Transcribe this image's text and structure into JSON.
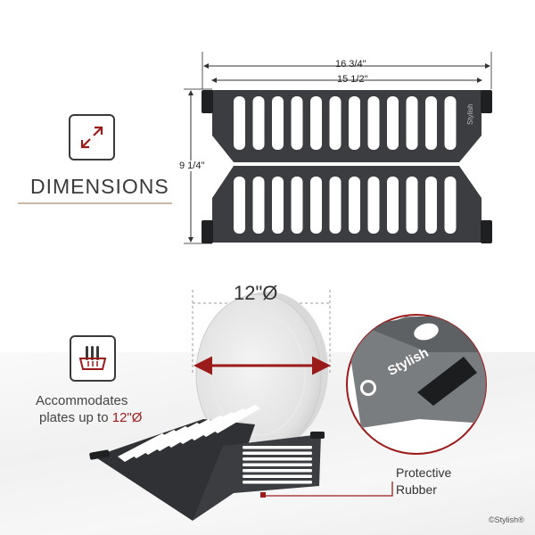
{
  "dimensions": {
    "title": "DIMENSIONS",
    "width_outer": "16 3/4\"",
    "width_inner": "15 1/2\"",
    "height": "9 1/4\""
  },
  "plates": {
    "size_label": "12\"Ø",
    "caption_line1": "Accommodates",
    "caption_prefix": "plates up to ",
    "caption_value": "12\"Ø"
  },
  "callout": {
    "line1": "Protective",
    "line2": "Rubber"
  },
  "brand": {
    "name": "Stylish",
    "copyright": "©Stylish®"
  },
  "icons": {
    "dimensions_icon": "diagonal-arrows-icon",
    "plates_icon": "plates-in-rack-icon"
  },
  "colors": {
    "accent": "#9b1b1b",
    "rack": "#3b3d40",
    "text": "#333333"
  }
}
